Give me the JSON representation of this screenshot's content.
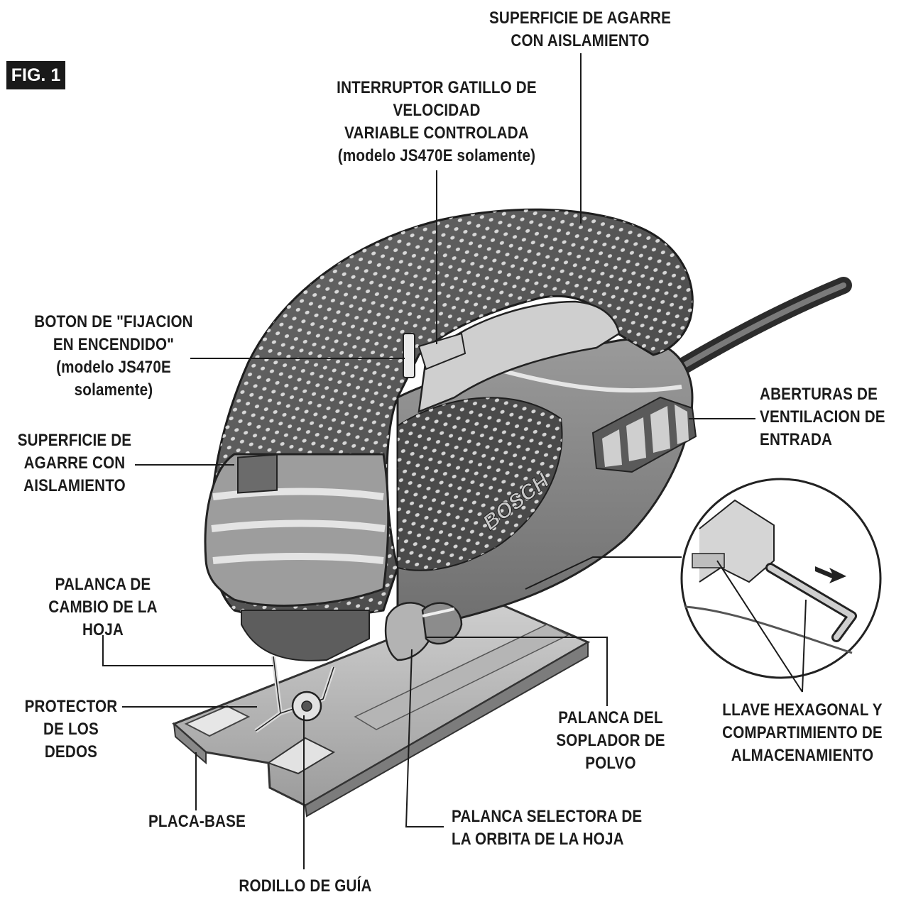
{
  "figure_label": "FIG. 1",
  "brand_mark": "BOSCH",
  "labels": {
    "grip_top": [
      "SUPERFICIE DE AGARRE",
      "CON AISLAMIENTO"
    ],
    "trigger": [
      "INTERRUPTOR GATILLO DE",
      "VELOCIDAD",
      "VARIABLE CONTROLADA",
      "(modelo JS470E solamente)"
    ],
    "lock_on": [
      "BOTON DE \"FIJACION",
      "EN ENCENDIDO\"",
      "(modelo JS470E",
      "solamente)"
    ],
    "grip_front": [
      "SUPERFICIE DE",
      "AGARRE CON",
      "AISLAMIENTO"
    ],
    "vents": [
      "ABERTURAS DE",
      "VENTILACION DE",
      "ENTRADA"
    ],
    "blade_lever": [
      "PALANCA DE",
      "CAMBIO DE LA",
      "HOJA"
    ],
    "finger_guard": [
      "PROTECTOR",
      "DE LOS",
      "DEDOS"
    ],
    "base_plate": [
      "PLACA-BASE"
    ],
    "guide_roller": [
      "RODILLO DE GUÍA"
    ],
    "blower": [
      "PALANCA DEL",
      "SOPLADOR DE",
      "POLVO"
    ],
    "orbit": [
      "PALANCA SELECTORA DE",
      "LA ORBITA DE LA HOJA"
    ],
    "hex_key": [
      "LLAVE HEXAGONAL Y",
      "COMPARTIMIENTO DE",
      "ALMACENAMIENTO"
    ]
  },
  "colors": {
    "ink": "#1b1b1b",
    "body_dark": "#4e4e4e",
    "body_mid": "#8a8a8a",
    "body_light": "#c4c4c4",
    "highlight": "#e8e8e8"
  }
}
